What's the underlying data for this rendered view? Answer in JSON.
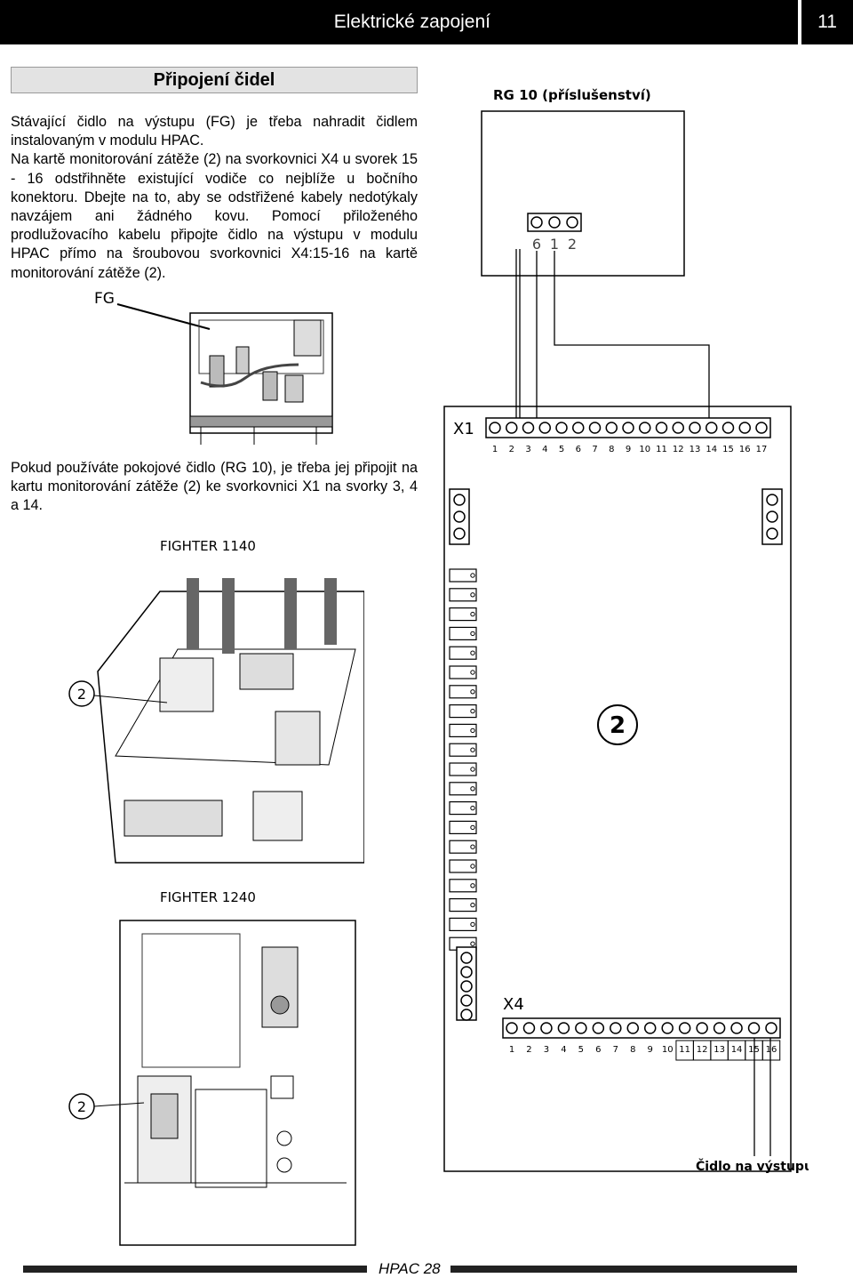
{
  "header": {
    "title": "Elektrické zapojení",
    "page_number": "11"
  },
  "section": {
    "title": "Připojení čidel"
  },
  "paragraph1": [
    "Stávající čidlo na výstupu (FG) je třeba nahradit čidlem instalovaným v modulu HPAC.",
    "Na kartě monitorování zátěže (2) na svorkovnici X4 u svorek 15 - 16 odstřihněte existující vodiče co nejblíže u bočního konektoru. Dbejte na to, aby se odstřižené kabely nedotýkaly navzájem ani žádného kovu. Pomocí přiloženého prodlužovacího kabelu připojte čidlo na výstupu v modulu HPAC přímo na šroubovou svorkovnici X4:15-16 na kartě monitorování zátěže (2)."
  ],
  "paragraph2": "Pokud používáte pokojové čidlo (RG 10), je třeba jej připojit na kartu monitorování zátěže (2) ke svorkovnici X1 na svorky 3, 4 a 14.",
  "figures": {
    "fg_label": "FG",
    "fighter1140": {
      "title": "FIGHTER 1140",
      "callout": "2"
    },
    "fighter1240": {
      "title": "FIGHTER 1240",
      "callout": "2"
    }
  },
  "wiring": {
    "rg10_title": "RG 10 (příslušenství)",
    "rg10_terminals": [
      "6",
      "1",
      "2"
    ],
    "board_callout": "2",
    "x1_label": "X1",
    "x1_terminals": [
      "1",
      "2",
      "3",
      "4",
      "5",
      "6",
      "7",
      "8",
      "9",
      "10",
      "11",
      "12",
      "13",
      "14",
      "15",
      "16",
      "17"
    ],
    "x4_label": "X4",
    "x4_terminals": [
      "1",
      "2",
      "3",
      "4",
      "5",
      "6",
      "7",
      "8",
      "9",
      "10",
      "11",
      "12",
      "13",
      "14",
      "15",
      "16"
    ],
    "sensor_label": "Čidlo na výstupu"
  },
  "footer": {
    "label": "HPAC 28"
  }
}
